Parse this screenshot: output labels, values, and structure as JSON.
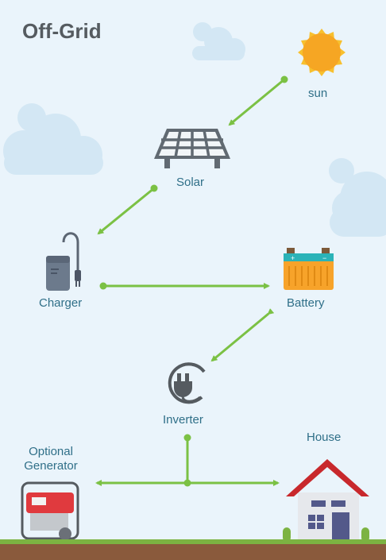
{
  "title": "Off-Grid",
  "nodes": {
    "sun": "sun",
    "solar": "Solar",
    "charger": "Charger",
    "battery": "Battery",
    "inverter": "Inverter",
    "house": "House",
    "generator_line1": "Optional",
    "generator_line2": "Generator"
  },
  "colors": {
    "background": "#eaf4fb",
    "arrow": "#7bc144",
    "label": "#2f6f88",
    "title": "#555b60",
    "sun": "#f6a623",
    "roof": "#c8282c",
    "ground": "#7cb342"
  },
  "icons": [
    "sun-icon",
    "solar-panel-icon",
    "charger-icon",
    "battery-icon",
    "inverter-plug-icon",
    "house-icon",
    "generator-icon",
    "cloud-icon"
  ]
}
